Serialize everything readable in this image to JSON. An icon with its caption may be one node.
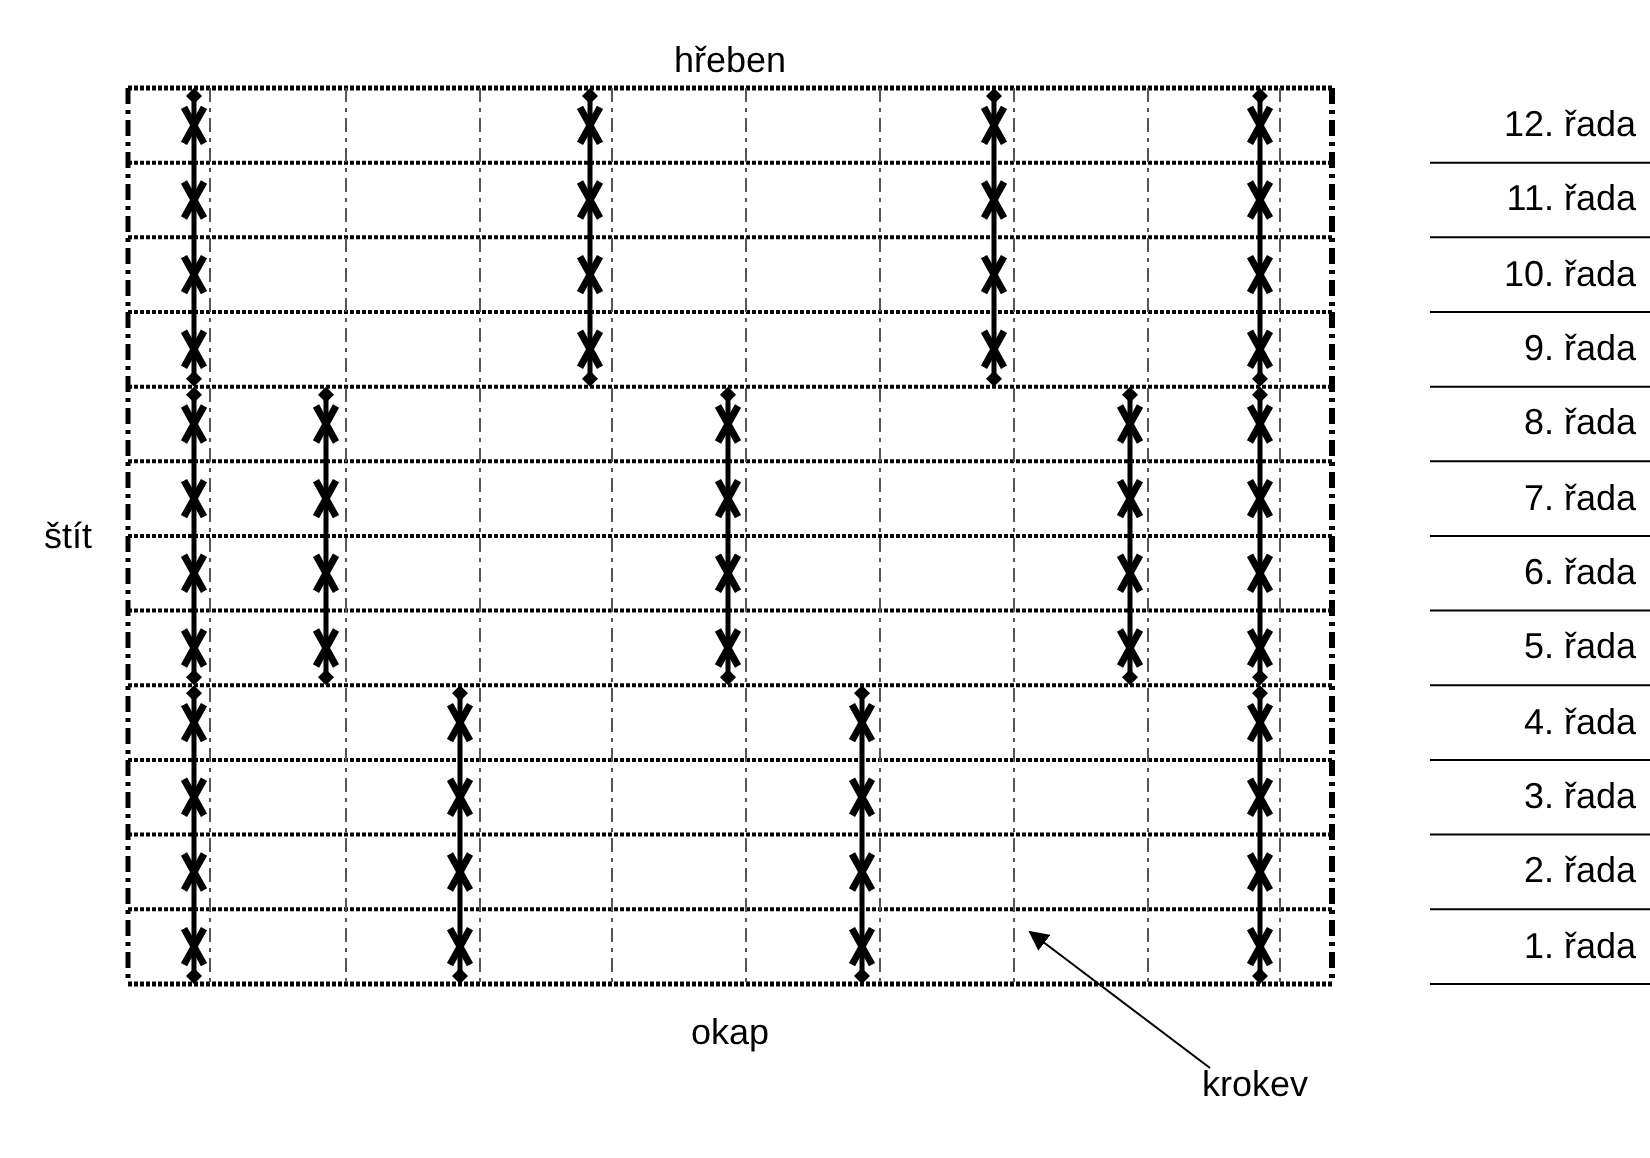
{
  "diagram": {
    "nodes": [
      {
        "text": [
          "krokev"
        ]
      },
      {
        "text": [],
        "shape": "line"
      }
    ],
    "edges": [
      {
        "from": 0,
        "to": 1,
        "arrow": "to"
      }
    ],
    "labels": [
      "hřeben",
      "štít",
      "okap",
      "12. řada",
      "11. řada",
      "10. řada",
      "9. řada",
      "8. řada",
      "7. řada",
      "6. řada",
      "5. řada",
      "4. řada",
      "3. řada",
      "2. řada",
      "1. řada"
    ]
  }
}
